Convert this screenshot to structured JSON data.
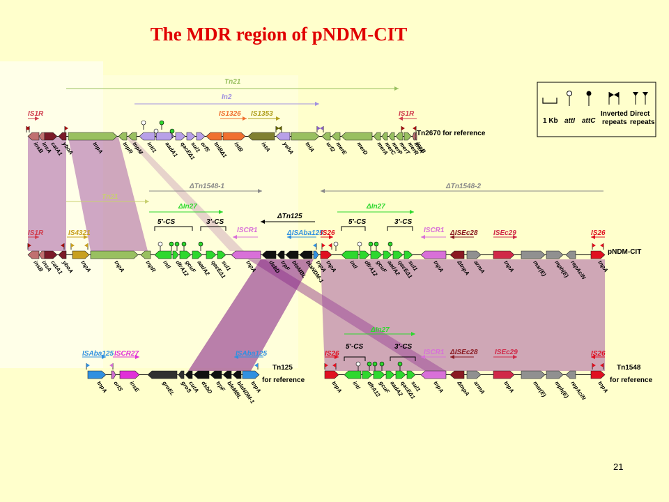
{
  "slide": {
    "title": "The MDR region of pNDM-CIT",
    "page_number": "21"
  },
  "legend": {
    "scale": "1 Kb",
    "attI": "attI",
    "attC": "attC",
    "inverted": [
      "Inverted",
      "repeats"
    ],
    "direct": [
      "Direct",
      "repeats"
    ]
  },
  "tracks": [
    {
      "id": "tn2670",
      "name": "Tn2670 for reference",
      "genes": [
        {
          "label": "insB",
          "color": "#c07070",
          "dir": -1
        },
        {
          "label": "insA",
          "color": "#c07070",
          "dir": -1
        },
        {
          "label": "catA1",
          "color": "#7a1a28",
          "dir": 1
        },
        {
          "label": "yboA",
          "color": "#7a1a28",
          "dir": -1
        },
        {
          "label": "tnpA",
          "color": "#99c060",
          "dir": 1
        },
        {
          "label": "tnpR",
          "color": "#99c060",
          "dir": -1
        },
        {
          "label": "tnpM",
          "color": "#99c060",
          "dir": -1
        },
        {
          "label": "intI1",
          "color": "#b8a0e8",
          "dir": -1
        },
        {
          "label": "aadA1",
          "color": "#b8a0e8",
          "dir": 1
        },
        {
          "label": "qacEΔ1",
          "color": "#b8a0e8",
          "dir": 1
        },
        {
          "label": "sul1",
          "color": "#b8a0e8",
          "dir": 1
        },
        {
          "label": "orf5",
          "color": "#b8a0e8",
          "dir": 1
        },
        {
          "label": "tniBΔ1",
          "color": "#f07030",
          "dir": -1
        },
        {
          "label": "istB",
          "color": "#f07030",
          "dir": 1
        },
        {
          "label": "istA",
          "color": "#808030",
          "dir": -1
        },
        {
          "label": "yehA",
          "color": "#b8a0e8",
          "dir": -1
        },
        {
          "label": "tniA",
          "color": "#99c060",
          "dir": 1
        },
        {
          "label": "urf2",
          "color": "#99c060",
          "dir": -1
        },
        {
          "label": "merE",
          "color": "#99c060",
          "dir": -1
        },
        {
          "label": "merD",
          "color": "#99c060",
          "dir": -1
        },
        {
          "label": "merA",
          "color": "#99c060",
          "dir": -1
        },
        {
          "label": "merC",
          "color": "#99c060",
          "dir": -1
        },
        {
          "label": "merP",
          "color": "#99c060",
          "dir": -1
        },
        {
          "label": "merT",
          "color": "#99c060",
          "dir": -1
        },
        {
          "label": "merR",
          "color": "#99c060",
          "dir": 1
        },
        {
          "label": "insA",
          "color": "#c07070",
          "dir": -1
        },
        {
          "label": "insB",
          "color": "#c07070",
          "dir": -1
        }
      ]
    },
    {
      "id": "pndm",
      "name": "pNDM-CIT",
      "genes": [
        {
          "label": "insB",
          "color": "#c07070",
          "dir": -1
        },
        {
          "label": "insA",
          "color": "#c07070",
          "dir": -1
        },
        {
          "label": "catA1",
          "color": "#7a1a28",
          "dir": 1
        },
        {
          "label": "yboA",
          "color": "#7a1a28",
          "dir": -1
        },
        {
          "label": "tnpA",
          "color": "#c8a020",
          "dir": 1
        },
        {
          "label": "tnpA",
          "color": "#99c060",
          "dir": 1
        },
        {
          "label": "tnpR",
          "color": "#99c060",
          "dir": -1
        },
        {
          "label": "intI",
          "color": "#2ed82e",
          "dir": -1
        },
        {
          "label": "dfrA12",
          "color": "#2ed82e",
          "dir": 1
        },
        {
          "label": "gcuF",
          "color": "#2ed82e",
          "dir": 1
        },
        {
          "label": "aadA2",
          "color": "#2ed82e",
          "dir": 1
        },
        {
          "label": "qacEΔ1",
          "color": "#2ed82e",
          "dir": 1
        },
        {
          "label": "sul1",
          "color": "#2ed82e",
          "dir": 1
        },
        {
          "label": "tnpA",
          "color": "#d870d8",
          "dir": -1
        },
        {
          "label": "dsbD",
          "color": "#101010",
          "dir": -1
        },
        {
          "label": "trpF",
          "color": "#101010",
          "dir": -1
        },
        {
          "label": "bleMBL",
          "color": "#101010",
          "dir": -1
        },
        {
          "label": "blaNDM-1",
          "color": "#101010",
          "dir": -1
        },
        {
          "label": "tnpA",
          "color": "#3090e0",
          "dir": 1
        },
        {
          "label": "tnpA",
          "color": "#e01020",
          "dir": 1
        },
        {
          "label": "intI",
          "color": "#2ed82e",
          "dir": -1
        },
        {
          "label": "dfrA12",
          "color": "#2ed82e",
          "dir": 1
        },
        {
          "label": "gcuF",
          "color": "#2ed82e",
          "dir": 1
        },
        {
          "label": "aadA2",
          "color": "#2ed82e",
          "dir": 1
        },
        {
          "label": "qacEΔ1",
          "color": "#2ed82e",
          "dir": 1
        },
        {
          "label": "sul1",
          "color": "#2ed82e",
          "dir": 1
        },
        {
          "label": "tnpA",
          "color": "#d870d8",
          "dir": -1
        },
        {
          "label": "ΔtnpA",
          "color": "#8a1a22",
          "dir": -1
        },
        {
          "label": "armA",
          "color": "#909090",
          "dir": 1
        },
        {
          "label": "tnpA",
          "color": "#d02848",
          "dir": 1
        },
        {
          "label": "mar(E)",
          "color": "#909090",
          "dir": 1
        },
        {
          "label": "mph(E)",
          "color": "#909090",
          "dir": 1
        },
        {
          "label": "repAciN",
          "color": "#909090",
          "dir": -1
        },
        {
          "label": "tnpA",
          "color": "#e01020",
          "dir": 1
        }
      ]
    },
    {
      "id": "tn125",
      "name": [
        "Tn125",
        "for reference"
      ],
      "genes": [
        {
          "label": "tnpA",
          "color": "#3090e0",
          "dir": 1
        },
        {
          "label": "orIS",
          "color": "#d070d0",
          "dir": 1
        },
        {
          "label": "insE",
          "color": "#e030d8",
          "dir": 1
        },
        {
          "label": "groEL",
          "color": "#303030",
          "dir": -1
        },
        {
          "label": "groS",
          "color": "#303030",
          "dir": -1
        },
        {
          "label": "cutA",
          "color": "#101010",
          "dir": -1
        },
        {
          "label": "dsbD",
          "color": "#101010",
          "dir": -1
        },
        {
          "label": "trpF",
          "color": "#101010",
          "dir": -1
        },
        {
          "label": "bleMBL",
          "color": "#101010",
          "dir": -1
        },
        {
          "label": "blaNDM-1",
          "color": "#101010",
          "dir": -1
        },
        {
          "label": "tnpA",
          "color": "#3090e0",
          "dir": 1
        }
      ]
    },
    {
      "id": "tn1548",
      "name": [
        "Tn1548",
        "for reference"
      ],
      "genes": [
        {
          "label": "tnpA",
          "color": "#e01020",
          "dir": 1
        },
        {
          "label": "intI",
          "color": "#2ed82e",
          "dir": -1
        },
        {
          "label": "dfrA12",
          "color": "#2ed82e",
          "dir": 1
        },
        {
          "label": "gcuF",
          "color": "#2ed82e",
          "dir": 1
        },
        {
          "label": "aadA2",
          "color": "#2ed82e",
          "dir": 1
        },
        {
          "label": "qacEΔ1",
          "color": "#2ed82e",
          "dir": 1
        },
        {
          "label": "sul1",
          "color": "#2ed82e",
          "dir": 1
        },
        {
          "label": "tnpA",
          "color": "#d870d8",
          "dir": -1
        },
        {
          "label": "ΔtnpA",
          "color": "#8a1a22",
          "dir": -1
        },
        {
          "label": "armA",
          "color": "#909090",
          "dir": 1
        },
        {
          "label": "tnpA",
          "color": "#d02848",
          "dir": 1
        },
        {
          "label": "mar(E)",
          "color": "#909090",
          "dir": 1
        },
        {
          "label": "mph(E)",
          "color": "#909090",
          "dir": 1
        },
        {
          "label": "repAciN",
          "color": "#909090",
          "dir": -1
        },
        {
          "label": "tnpA",
          "color": "#e01020",
          "dir": 1
        }
      ]
    }
  ],
  "element_labels": [
    {
      "text": "Tn21",
      "color": "#99c060"
    },
    {
      "text": "In2",
      "color": "#a090e0"
    },
    {
      "text": "IS1R",
      "color": "#d04050"
    },
    {
      "text": "IS1326",
      "color": "#f07030"
    },
    {
      "text": "IS1353",
      "color": "#b0a020"
    },
    {
      "text": "IS1R",
      "color": "#d04050"
    },
    {
      "text": "ΔTn1548-1",
      "color": "#888888"
    },
    {
      "text": "ΔTn1548-2",
      "color": "#888888"
    },
    {
      "text": "Tn21",
      "color": "#c8d070"
    },
    {
      "text": "ΔIn27",
      "color": "#2ed82e"
    },
    {
      "text": "ΔTn125",
      "color": "#000000"
    },
    {
      "text": "ΔIn27",
      "color": "#2ed82e"
    },
    {
      "text": "IS1R",
      "color": "#d04050"
    },
    {
      "text": "IS4321",
      "color": "#c8a020"
    },
    {
      "text": "5'-CS",
      "color": "#000000"
    },
    {
      "text": "3'-CS",
      "color": "#000000"
    },
    {
      "text": "ISCR1",
      "color": "#d870d8"
    },
    {
      "text": "ΔISAba125",
      "color": "#3090e0"
    },
    {
      "text": "IS26",
      "color": "#e01020"
    },
    {
      "text": "5'-CS",
      "color": "#000000"
    },
    {
      "text": "3'-CS",
      "color": "#000000"
    },
    {
      "text": "ISCR1",
      "color": "#d870d8"
    },
    {
      "text": "ΔISEc28",
      "color": "#8a1a22"
    },
    {
      "text": "ISEc29",
      "color": "#d02848"
    },
    {
      "text": "IS26",
      "color": "#e01020"
    },
    {
      "text": "ΔIn27",
      "color": "#2ed82e"
    },
    {
      "text": "5'-CS",
      "color": "#000000"
    },
    {
      "text": "3'-CS",
      "color": "#000000"
    },
    {
      "text": "ISAba125",
      "color": "#3090e0"
    },
    {
      "text": "ISCR27",
      "color": "#e030d8"
    },
    {
      "text": "ISAba125",
      "color": "#3090e0"
    },
    {
      "text": "IS26",
      "color": "#e01020"
    },
    {
      "text": "ISCR1",
      "color": "#d870d8"
    },
    {
      "text": "ΔISEc28",
      "color": "#8a1a22"
    },
    {
      "text": "ISEc29",
      "color": "#d02848"
    },
    {
      "text": "IS26",
      "color": "#e01020"
    }
  ]
}
